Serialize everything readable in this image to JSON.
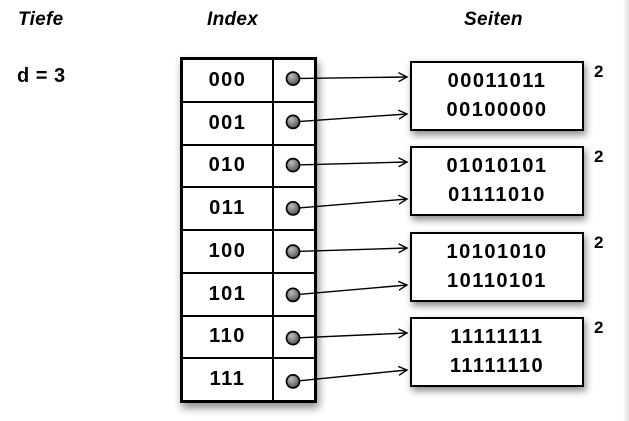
{
  "depth": {
    "title": "Tiefe",
    "value": "d = 3"
  },
  "index": {
    "title": "Index",
    "entries": [
      "000",
      "001",
      "010",
      "011",
      "100",
      "101",
      "110",
      "111"
    ]
  },
  "pages": {
    "title": "Seiten",
    "items": [
      {
        "line1": "00011011",
        "line2": "00100000",
        "local_depth": "2"
      },
      {
        "line1": "01010101",
        "line2": "01111010",
        "local_depth": "2"
      },
      {
        "line1": "10101010",
        "line2": "10110101",
        "local_depth": "2"
      },
      {
        "line1": "11111111",
        "line2": "11111110",
        "local_depth": "2"
      }
    ]
  },
  "icons": {
    "pointer_dot": "pointer-dot-icon",
    "arrow": "arrow-right-icon"
  },
  "colors": {
    "line": "#000000",
    "page_fill": "#ffffff",
    "background": "#ffffff",
    "dot_fill": "#8a8a8a",
    "shadow": "rgba(0,0,0,0.45)"
  }
}
